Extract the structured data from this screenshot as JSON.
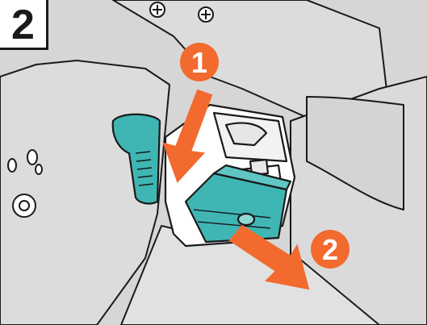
{
  "step": {
    "number": "2"
  },
  "callouts": [
    {
      "label": "1",
      "meaning": "push-down"
    },
    {
      "label": "2",
      "meaning": "pull-out"
    }
  ],
  "colors": {
    "background": "#d6d6d6",
    "outline": "#1a1a1a",
    "accent_orange": "#f26a2e",
    "accent_teal": "#3fb6b4",
    "panel": "#ffffff"
  },
  "icons": {
    "lever": "lever-icon",
    "cartridge": "staple-cartridge-icon",
    "arrow_down": "arrow-down-icon",
    "arrow_out": "arrow-out-icon"
  }
}
